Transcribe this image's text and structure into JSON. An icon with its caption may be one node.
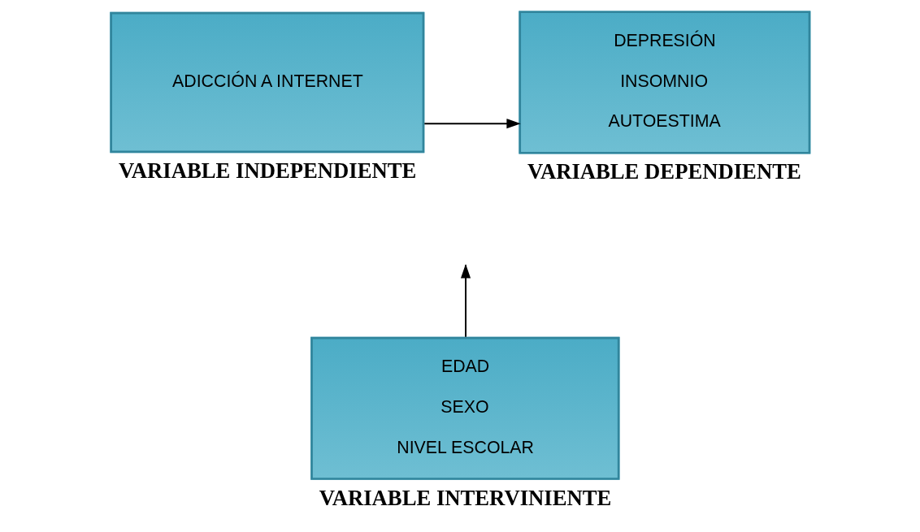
{
  "diagram": {
    "nodes": [
      {
        "text": [
          "ADICCIÓN A INTERNET"
        ],
        "beside": [
          "VARIABLE INDEPENDIENTE"
        ]
      },
      {
        "text": [
          "DEPRESIÓN",
          "INSOMNIO",
          "AUTOESTIMA"
        ],
        "beside": [
          "VARIABLE DEPENDIENTE"
        ]
      },
      {
        "text": [
          "EDAD",
          "SEXO",
          "NIVEL ESCOLAR"
        ],
        "beside": [
          "VARIABLE INTERVINIENTE"
        ]
      }
    ],
    "edges": [
      {
        "from": 0,
        "to": 1,
        "arrow": "to"
      },
      {
        "from": 2,
        "to": null,
        "arrow": "to"
      }
    ]
  }
}
